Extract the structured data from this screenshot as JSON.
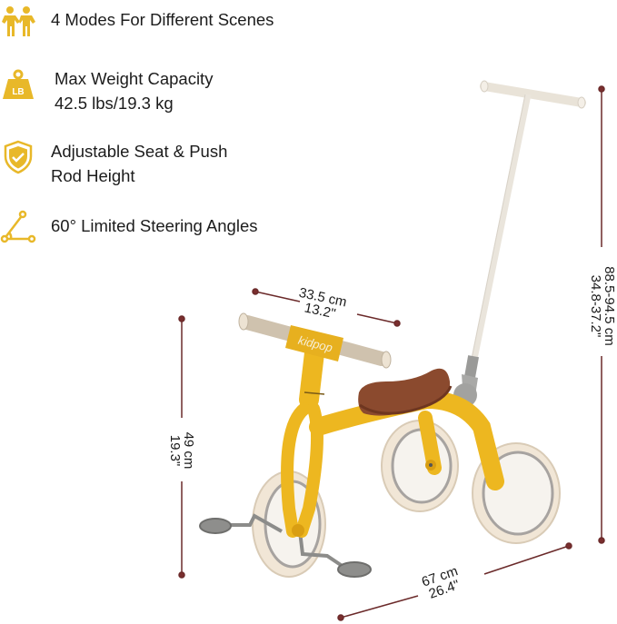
{
  "features": [
    {
      "icon": "two-people-icon",
      "lines": [
        "4 Modes For Different Scenes"
      ]
    },
    {
      "icon": "weight-lb-icon",
      "badge": "LB",
      "lines": [
        "Max Weight Capacity",
        "42.5 lbs/19.3 kg"
      ]
    },
    {
      "icon": "shield-check-icon",
      "lines": [
        "Adjustable Seat & Push",
        "Rod Height"
      ]
    },
    {
      "icon": "steering-angle-icon",
      "lines": [
        "60° Limited Steering Angles"
      ]
    }
  ],
  "brand": "kidpop",
  "dimensions": {
    "handlebar_width": {
      "metric": "33.5 cm",
      "imperial": "13.2\""
    },
    "total_height": {
      "metric": "88.5-94.5 cm",
      "imperial": "34.8-37.2\""
    },
    "handlebar_height": {
      "metric": "49 cm",
      "imperial": "19.3\""
    },
    "length": {
      "metric": "67 cm",
      "imperial": "26.4\""
    }
  },
  "colors": {
    "accent_yellow": "#E8B829",
    "frame_yellow": "#EDB720",
    "seat_brown": "#8B4A2E",
    "tire_cream": "#F1E6D6",
    "push_rod": "#ECE7DE",
    "dim_line": "#6B2A2A",
    "gray_parts": "#8A8A8A"
  }
}
